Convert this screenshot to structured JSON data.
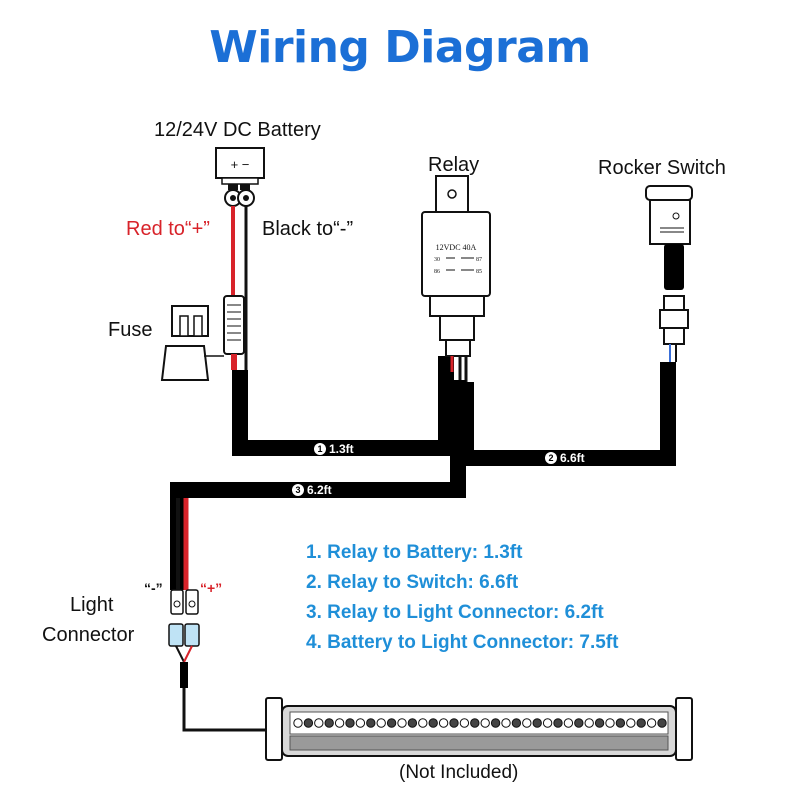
{
  "title": "Wiring Diagram",
  "labels": {
    "battery": "12/24V DC Battery",
    "relay": "Relay",
    "rocker_switch": "Rocker Switch",
    "red_to": "Red to“+”",
    "black_to": "Black to“-”",
    "fuse": "Fuse",
    "light_connector_line1": "Light",
    "light_connector_line2": "Connector",
    "minus": "“-”",
    "plus": "“+”",
    "not_included": "(Not Included)",
    "battery_terminals": "+ −",
    "relay_rating": "12VDC 40A",
    "relay_pin_30": "30",
    "relay_pin_87": "87",
    "relay_pin_86": "86",
    "relay_pin_85": "85"
  },
  "segments": [
    {
      "num": "1",
      "text": "1.3ft"
    },
    {
      "num": "2",
      "text": "6.6ft"
    },
    {
      "num": "3",
      "text": "6.2ft"
    }
  ],
  "legend": [
    "1. Relay to Battery: 1.3ft",
    "2. Relay to Switch: 6.6ft",
    "3. Relay to Light Connector: 6.2ft",
    "4. Battery to Light Connector: 7.5ft"
  ],
  "colors": {
    "title": "#1b6fd6",
    "legend": "#1f8fd8",
    "red_wire": "#d8232a",
    "cable": "#000000"
  }
}
